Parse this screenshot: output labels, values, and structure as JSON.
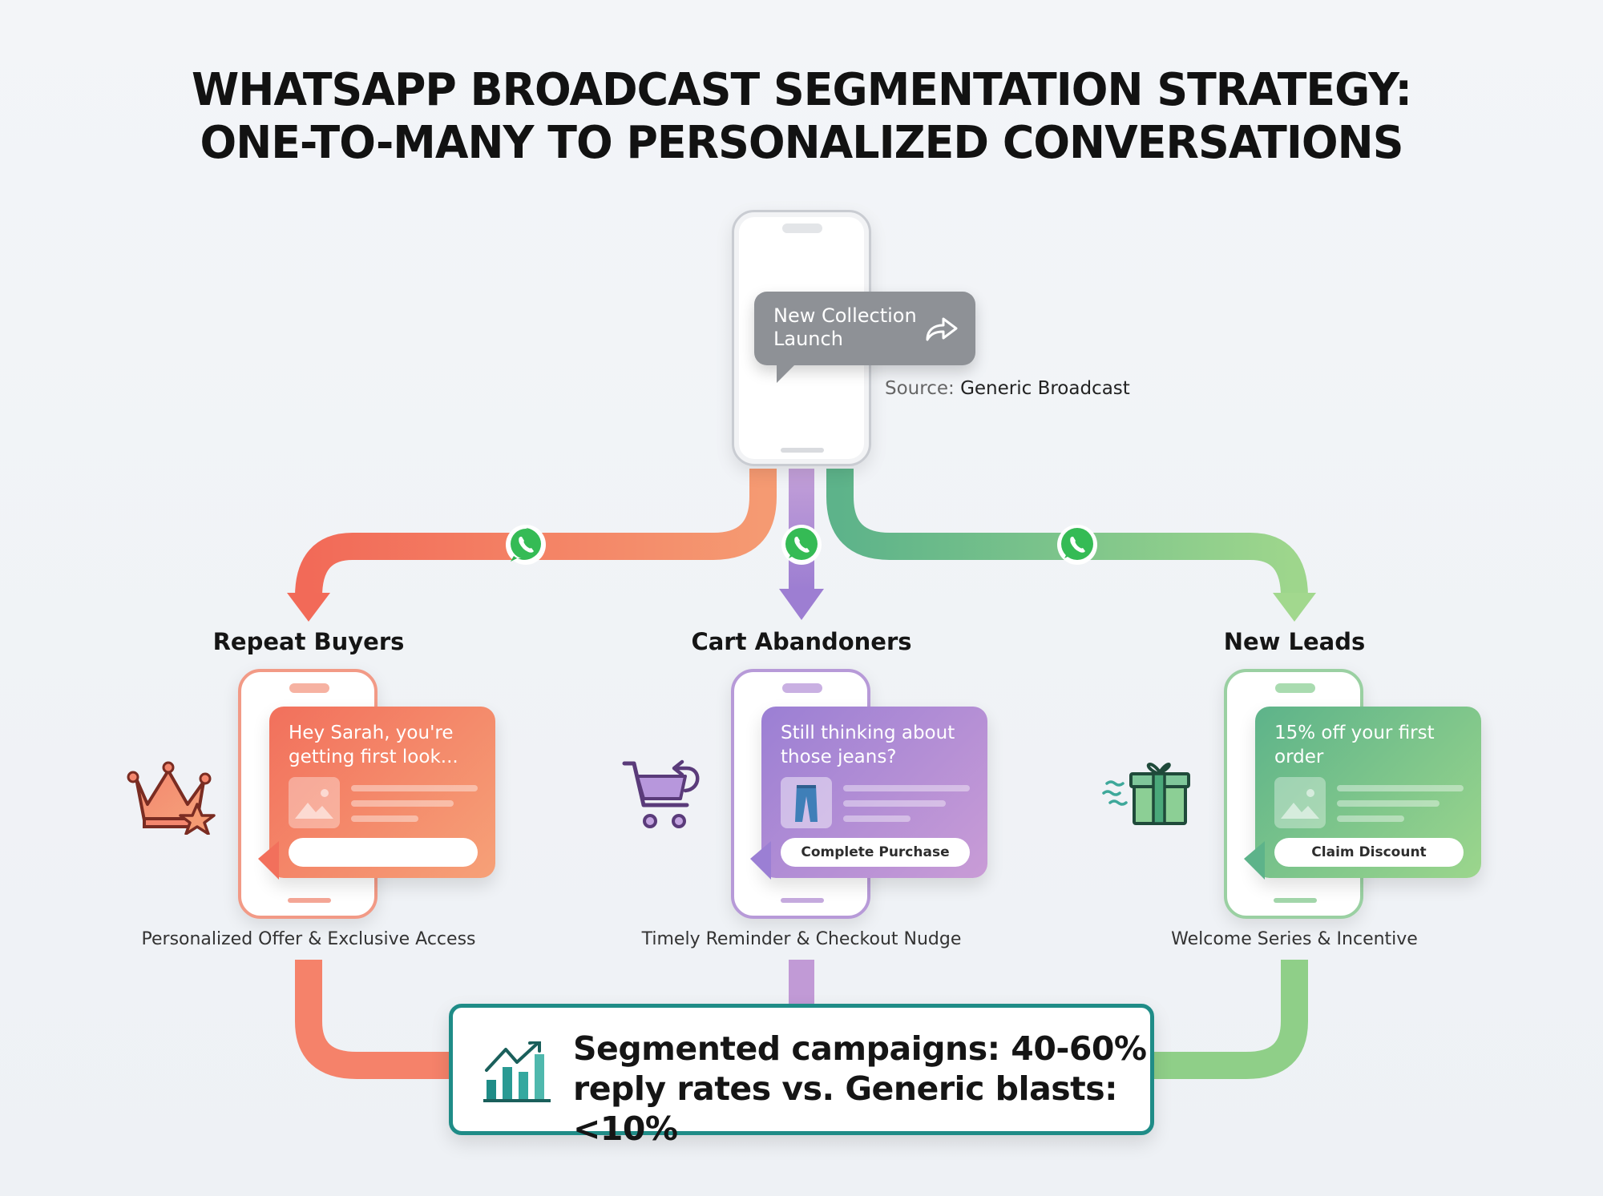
{
  "title": {
    "line1": "WHATSAPP BROADCAST SEGMENTATION STRATEGY:",
    "line2": "ONE-TO-MANY TO PERSONALIZED CONVERSATIONS"
  },
  "source": {
    "message": "New Collection Launch",
    "message_line1": "New Collection",
    "message_line2": "Launch",
    "icon": "share-forward-icon",
    "label": "Source:",
    "value": "Generic Broadcast",
    "bubble_color": "#8e9196"
  },
  "connector_icon": "whatsapp-icon",
  "segments": [
    {
      "title": "Repeat Buyers",
      "message": "Hey Sarah, you're getting first look...",
      "message_line1": "Hey Sarah, you're",
      "message_line2": "getting first look...",
      "cta": "",
      "thumbnail": "image-placeholder-icon",
      "side_icon": "crown-star-icon",
      "caption": "Personalized Offer & Exclusive Access",
      "color_start": "#f2705c",
      "color_end": "#f59a72"
    },
    {
      "title": "Cart Abandoners",
      "message": "Still thinking about those jeans?",
      "message_line1": "Still thinking about",
      "message_line2": "those jeans?",
      "cta": "Complete Purchase",
      "thumbnail": "jeans-icon",
      "side_icon": "cart-return-icon",
      "caption": "Timely Reminder & Checkout Nudge",
      "color_start": "#9b7fd4",
      "color_end": "#c79ad6"
    },
    {
      "title": "New Leads",
      "message": "15% off your first order",
      "message_line1": "15% off your first",
      "message_line2": "order",
      "cta": "Claim Discount",
      "thumbnail": "image-placeholder-icon",
      "side_icon": "gift-icon",
      "caption": "Welcome Series & Incentive",
      "color_start": "#5fb48a",
      "color_end": "#96d48a"
    }
  ],
  "stat": {
    "icon": "growth-chart-icon",
    "line1": "Segmented campaigns: 40-60%",
    "line2": "reply rates vs. Generic blasts: <10%",
    "border_color": "#1f8c87"
  }
}
